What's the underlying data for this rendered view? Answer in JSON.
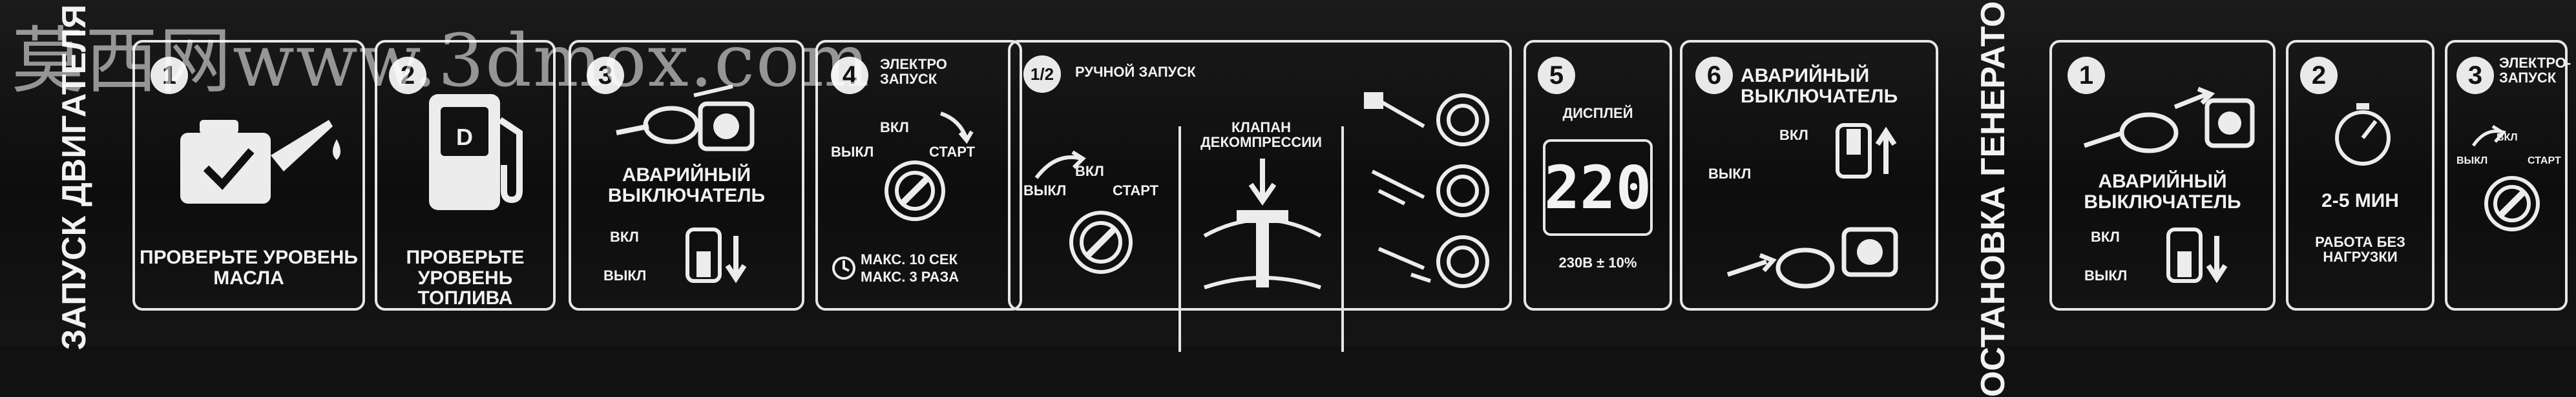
{
  "watermark": "莫西网www.3dmox.com",
  "colors": {
    "background": "#111111",
    "foreground": "#eeeeee"
  },
  "start_section": {
    "title": "ЗАПУСК ДВИГАТЕЛЯ",
    "step1": {
      "num": "1",
      "icon": "oil-can-check-icon",
      "text": "ПРОВЕРЬТЕ УРОВЕНЬ МАСЛА"
    },
    "step2": {
      "num": "2",
      "icon": "fuel-pump-icon",
      "pump_letter": "D",
      "text": "ПРОВЕРЬТЕ УРОВЕНЬ ТОПЛИВА"
    },
    "step3": {
      "num": "3",
      "icon": "plug-socket-icon",
      "title": "АВАРИЙНЫЙ ВЫКЛЮЧАТЕЛЬ",
      "on": "ВКЛ",
      "off": "ВЫКЛ"
    },
    "step4": {
      "num": "4",
      "title": "ЭЛЕКТРО ЗАПУСК",
      "on": "ВКЛ",
      "off": "ВЫКЛ",
      "start": "СТАРТ",
      "note1": "МАКС. 10 СЕК",
      "note2": "МАКС. 3 РАЗА"
    },
    "manual": {
      "num_glyph": "1/2",
      "title": "РУЧНОЙ ЗАПУСК",
      "on": "ВКЛ",
      "off": "ВЫКЛ",
      "start": "СТАРТ",
      "valve": "КЛАПАН ДЕКОМПРЕССИИ"
    },
    "step5": {
      "num": "5",
      "title": "ДИСПЛЕЙ",
      "display_value": "220",
      "voltage": "230В ± 10%"
    },
    "step6": {
      "num": "6",
      "title": "АВАРИЙНЫЙ ВЫКЛЮЧАТЕЛЬ",
      "on": "ВКЛ",
      "off": "ВЫКЛ"
    }
  },
  "stop_section": {
    "title": "ОСТАНОВКА ГЕНЕРАТОРА",
    "step1": {
      "num": "1",
      "title": "АВАРИЙНЫЙ ВЫКЛЮЧАТЕЛЬ",
      "on": "ВКЛ",
      "off": "ВЫКЛ"
    },
    "step2": {
      "num": "2",
      "time": "2-5 МИН",
      "text": "РАБОТА БЕЗ НАГРУЗКИ"
    },
    "step3": {
      "num": "3",
      "title": "ЭЛЕКТРО- ЗАПУСК",
      "on": "ВКЛ",
      "off": "ВЫКЛ",
      "start": "СТАРТ"
    }
  }
}
